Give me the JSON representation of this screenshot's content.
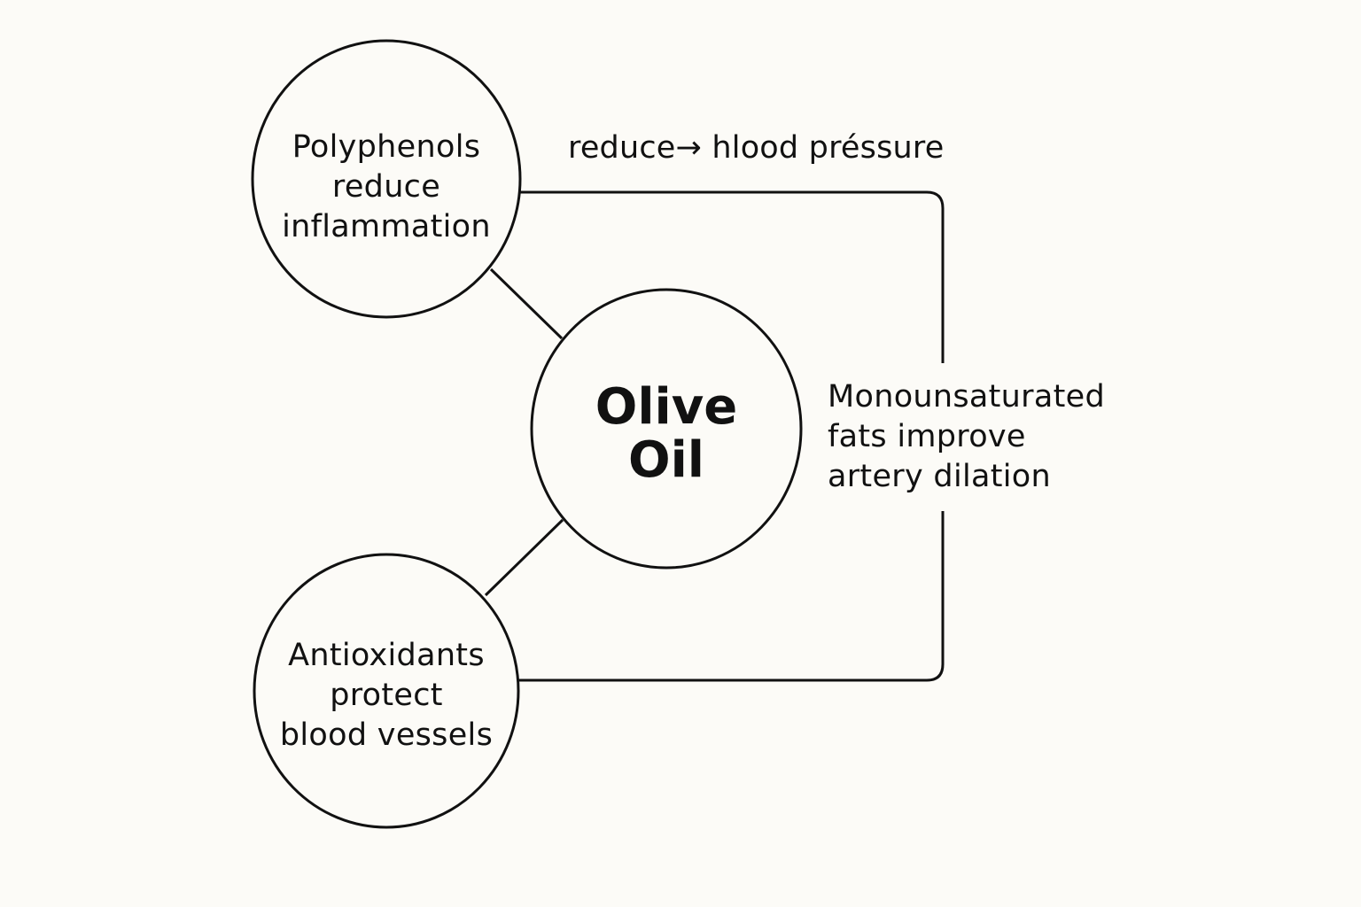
{
  "diagram": {
    "center_node": {
      "lines": [
        "Olive",
        "Oil"
      ]
    },
    "top_node": {
      "lines": [
        "Polyphenols",
        "reduce",
        "inflammation"
      ]
    },
    "bottom_node": {
      "lines": [
        "Antioxidants",
        "protect",
        "blood vessels"
      ]
    },
    "side_text": {
      "lines": [
        "Monounsaturated",
        "fats improve",
        "artery dilation"
      ]
    },
    "top_label": {
      "text": "reduce→ hlood préssure"
    }
  }
}
